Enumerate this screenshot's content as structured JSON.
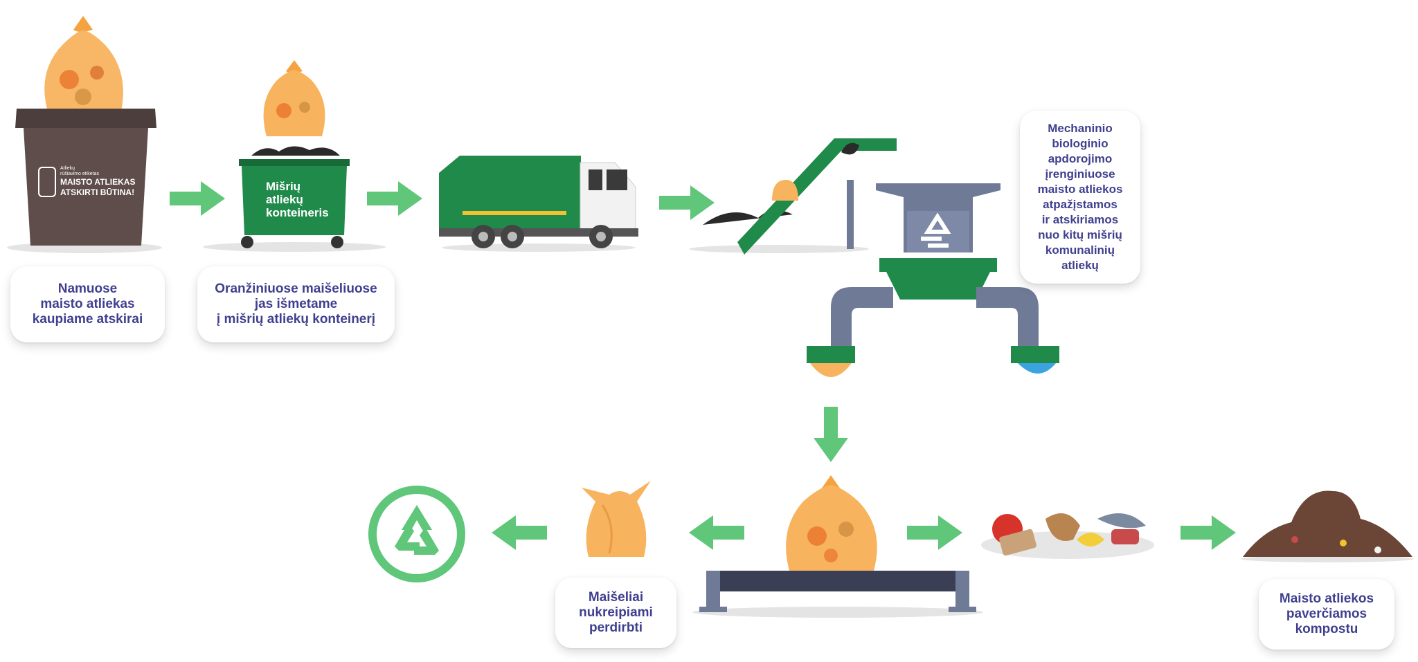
{
  "captions": {
    "home": [
      "Namuose",
      "maisto atliekas",
      "kaupiame atskirai"
    ],
    "bags": [
      "Oranžiniuose maišeliuose",
      "jas išmetame",
      "į mišrių atliekų konteinerį"
    ],
    "mbt": [
      "Mechaninio",
      "biologinio",
      "apdorojimo",
      "įrenginiuose",
      "maisto atliekos",
      "atpažįstamos",
      "ir atskiriamos",
      "nuo kitų mišrių",
      "komunalinių",
      "atliekų"
    ],
    "recycle": [
      "Maišeliai",
      "nukreipiami",
      "perdirbti"
    ],
    "compost": [
      "Maisto atliekos",
      "paverčiamos",
      "kompostu"
    ]
  },
  "bin_label": {
    "small_1": "Atliekų",
    "small_2": "rūšiavimo etiketas",
    "line1": "MAISTO ATLIEKAS",
    "line2": "ATSKIRTI BŪTINA!"
  },
  "container_label": [
    "Mišrių",
    "atliekų",
    "konteineris"
  ],
  "colors": {
    "arrow": "#5fc67a",
    "caption_text": "#3f3f8f",
    "bag_orange": "#f7a94b",
    "bin_brown": "#5e4d4b",
    "container_green": "#1f8a4a",
    "machine_gray": "#6e7a96",
    "recycle_green": "#5fc67a"
  },
  "icons": [
    "bag-icon",
    "trash-bin-icon",
    "container-icon",
    "garbage-truck-icon",
    "conveyor-icon",
    "mbt-machine-icon",
    "recycle-icon",
    "food-waste-icon",
    "compost-pile-icon",
    "arrow-icon"
  ]
}
